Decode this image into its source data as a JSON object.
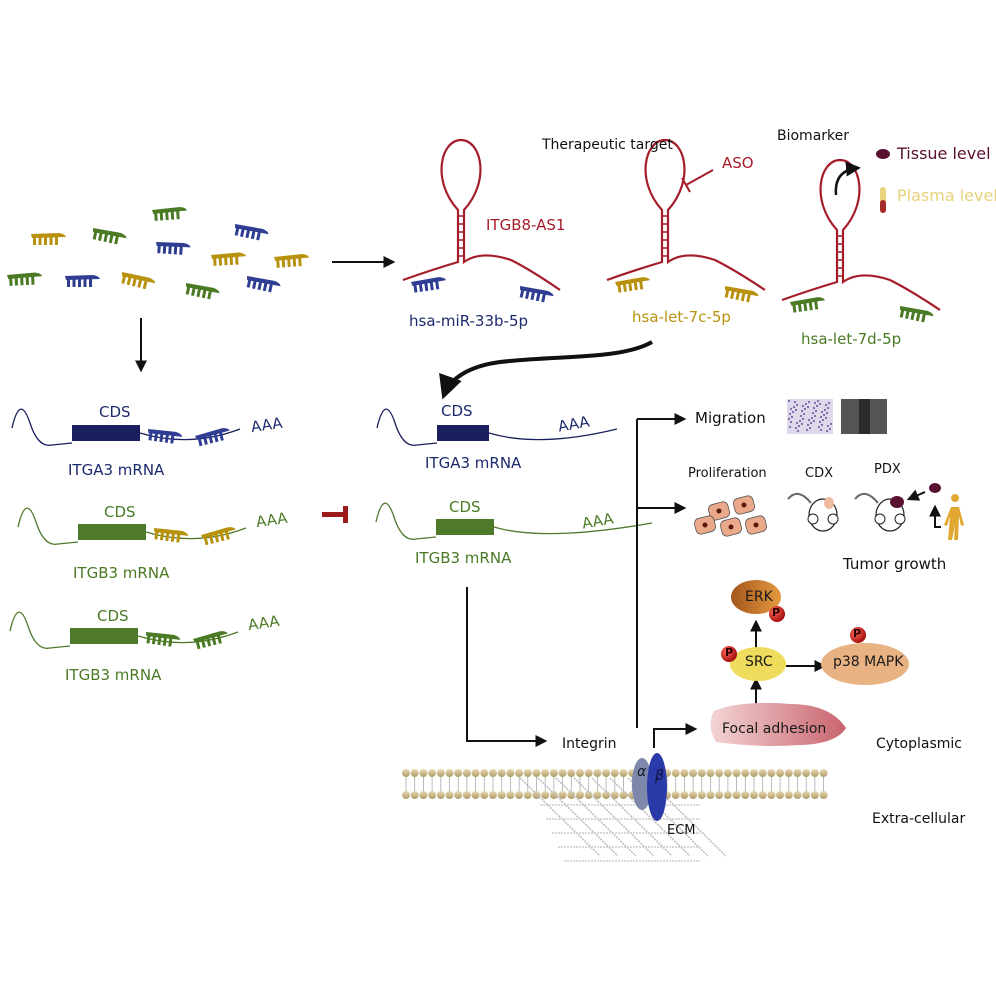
{
  "colors": {
    "lncrna_red": "#a51c2a",
    "mir33b_navy": "#2f3d93",
    "let7c_gold": "#b8920e",
    "let7d_green": "#4a7a24",
    "itga3_navy": "#1a1f5e",
    "itgb3_green": "#4f7a2c",
    "tissue": "#5a1030",
    "plasma": "#e8d27a",
    "erk": "#c9762a",
    "src": "#f0dc5c",
    "p38": "#e9b283",
    "focal_adhesion": "#e3a0a6",
    "phospho": "#d21e1e",
    "membrane_head": "#c9b483",
    "integrin_alpha": "#7d88aa",
    "integrin_beta": "#2a3aa8"
  },
  "top": {
    "therapeutic_target": "Therapeutic target",
    "aso": "ASO",
    "biomarker": "Biomarker",
    "tissue_level": "Tissue level",
    "plasma_level": "Plasma level",
    "lncrna": "ITGB8-AS1",
    "mir_33b": "hsa-miR-33b-5p",
    "let_7c": "hsa-let-7c-5p",
    "let_7d": "hsa-let-7d-5p"
  },
  "left_mrnas": [
    {
      "cds": "CDS",
      "tail": "AAA",
      "name": "ITGA3 mRNA"
    },
    {
      "cds": "CDS",
      "tail": "AAA",
      "name": "ITGB3 mRNA"
    },
    {
      "cds": "CDS",
      "tail": "AAA",
      "name": "ITGB3 mRNA"
    }
  ],
  "middle_mrnas": [
    {
      "cds": "CDS",
      "tail": "AAA",
      "name": "ITGA3 mRNA"
    },
    {
      "cds": "CDS",
      "tail": "AAA",
      "name": "ITGB3 mRNA"
    }
  ],
  "phenotypes": {
    "migration": "Migration",
    "proliferation": "Proliferation",
    "cdx": "CDX",
    "pdx": "PDX",
    "tumor_growth": "Tumor growth"
  },
  "pathway": {
    "erk": "ERK",
    "src": "SRC",
    "p38": "p38 MAPK",
    "focal_adhesion": "Focal adhesion",
    "phospho": "P",
    "integrin": "Integrin",
    "alpha": "α",
    "beta": "β",
    "ecm": "ECM",
    "cytoplasmic": "Cytoplasmic",
    "extracellular": "Extra-cellular"
  }
}
